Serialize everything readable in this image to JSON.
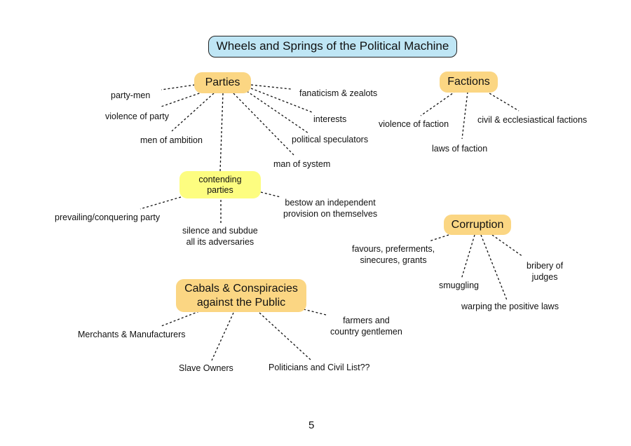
{
  "title": "Wheels and Springs of the Political Machine",
  "colors": {
    "title_fill": "#bfe6f5",
    "topic_fill": "#fbd683",
    "sub_fill": "#fdfd80",
    "line": "#111111"
  },
  "parties": {
    "label": "Parties",
    "party_men": "party-men",
    "violence_of_party": "violence of party",
    "men_of_ambition": "men of ambition",
    "fanaticism": "fanaticism & zealots",
    "interests": "interests",
    "political_speculators": "political speculators",
    "man_of_system": "man of system",
    "contending": {
      "label": "contending\nparties",
      "prevailing": "prevailing/conquering  party",
      "silence": "silence and subdue\nall its adversaries",
      "bestow": "bestow an independent\nprovision on themselves"
    }
  },
  "factions": {
    "label": "Factions",
    "violence_of_faction": "violence of faction",
    "laws_of_faction": "laws of faction",
    "civil_ecclesiastical": "civil & ecclesiastical factions"
  },
  "corruption": {
    "label": "Corruption",
    "favours": "favours, preferments,\nsinecures, grants",
    "smuggling": "smuggling",
    "warping": "warping the positive laws",
    "bribery": "bribery of\njudges"
  },
  "cabals": {
    "label": "Cabals & Conspiracies\nagainst the Public",
    "merchants": "Merchants & Manufacturers",
    "slave_owners": "Slave Owners",
    "politicians": "Politicians and Civil List??",
    "farmers": "farmers and\ncountry gentlemen"
  },
  "page_number": "5"
}
